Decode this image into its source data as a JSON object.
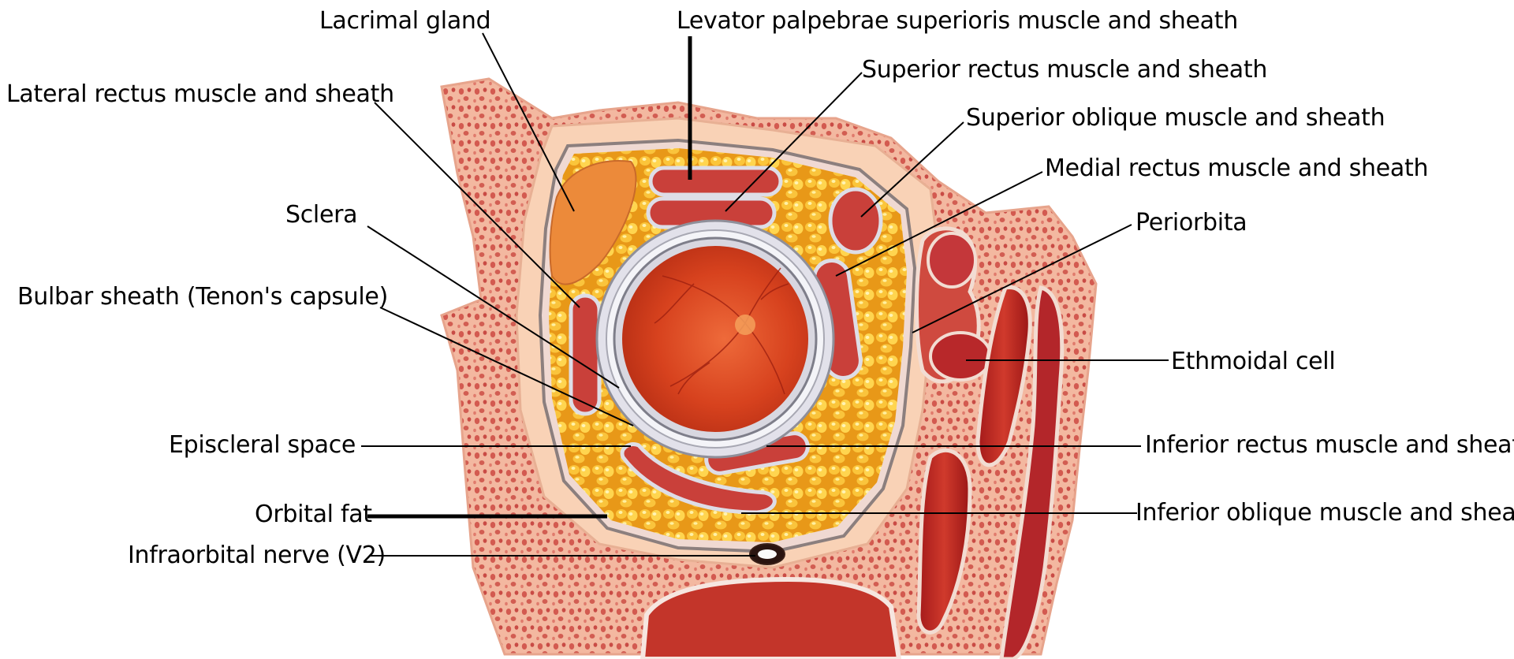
{
  "labels": {
    "lacrimal_gland": "Lacrimal gland",
    "levator": "Levator palpebrae superioris muscle and sheath",
    "superior_rectus": "Superior rectus muscle and sheath",
    "lateral_rectus": "Lateral rectus muscle and sheath",
    "superior_oblique": "Superior oblique muscle and sheath",
    "medial_rectus": "Medial rectus muscle and sheath",
    "sclera": "Sclera",
    "periorbita": "Periorbita",
    "bulbar_sheath": "Bulbar sheath (Tenon's capsule)",
    "ethmoidal_cell": "Ethmoidal cell",
    "episcleral_space": "Episcleral space",
    "inferior_rectus": "Inferior rectus muscle and sheath",
    "orbital_fat": "Orbital fat",
    "inferior_oblique": "Inferior oblique muscle and sheath",
    "infraorbital_nerve": "Infraorbital nerve (V2)"
  },
  "colors": {
    "skin": "#f6c4a6",
    "bone_dots": "#d6564e",
    "fat": "#f5b52a",
    "fat_highlight": "#ffdd6a",
    "muscle": "#c9403a",
    "sheath": "#e9e9f0",
    "globe": "#d9411c",
    "leader": "#000000"
  }
}
